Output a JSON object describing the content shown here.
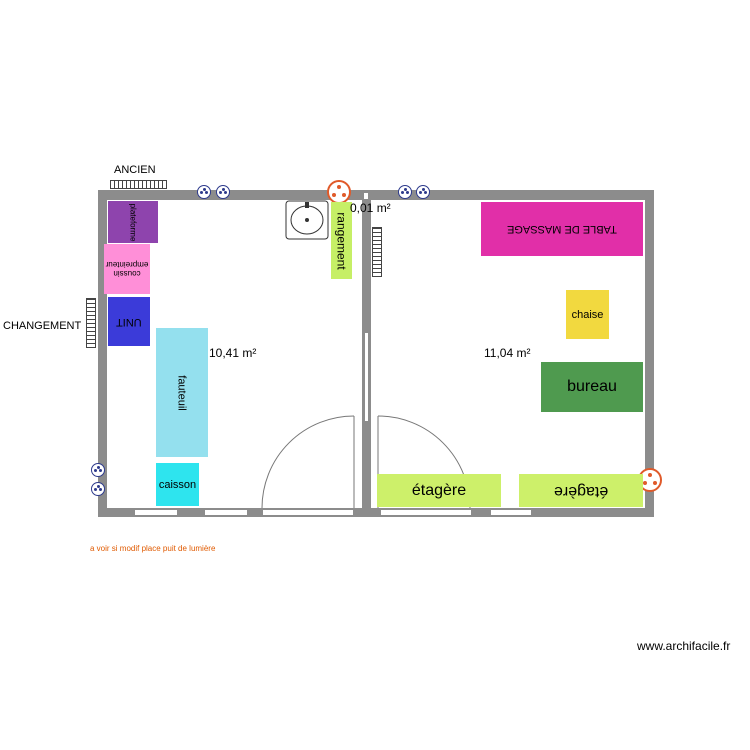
{
  "labels": {
    "ancien": "ANCIEN",
    "changement": "CHANGEMENT",
    "area_left": "10,41 m²",
    "area_small": "0,01 m²",
    "area_right": "11,04 m²",
    "note": "a voir si modif place puit de lumière",
    "watermark": "www.archifacile.fr"
  },
  "furniture": {
    "plateforme": "plateforme",
    "coussin": "coussin empreinteur",
    "unit": "UNIT",
    "fauteuil": "fauteuil",
    "caisson": "caisson",
    "rangement": "rangement",
    "table_massage": "TABLE DE MASSAGE",
    "chaise": "chaise",
    "bureau": "bureau",
    "etagere_1": "étagère",
    "etagere_2": "étagère"
  },
  "colors": {
    "wall": "#8c8c8c",
    "plateforme": "#8e44ad",
    "coussin": "#ff8fd8",
    "unit": "#3b3bd9",
    "fauteuil": "#94e0ee",
    "caisson": "#2ee4ee",
    "rangement": "#c6ef66",
    "table_massage": "#e12fa8",
    "chaise": "#f2d93f",
    "bureau": "#4f9a4f",
    "etagere": "#cdf06a",
    "note": "#e05a00",
    "socket_red": "#e05a2a",
    "outlet_blue": "#2d3a8c"
  },
  "icons": [
    "outlet-icon",
    "radiator-icon",
    "sink-icon",
    "door-swing-icon",
    "socket-icon"
  ]
}
